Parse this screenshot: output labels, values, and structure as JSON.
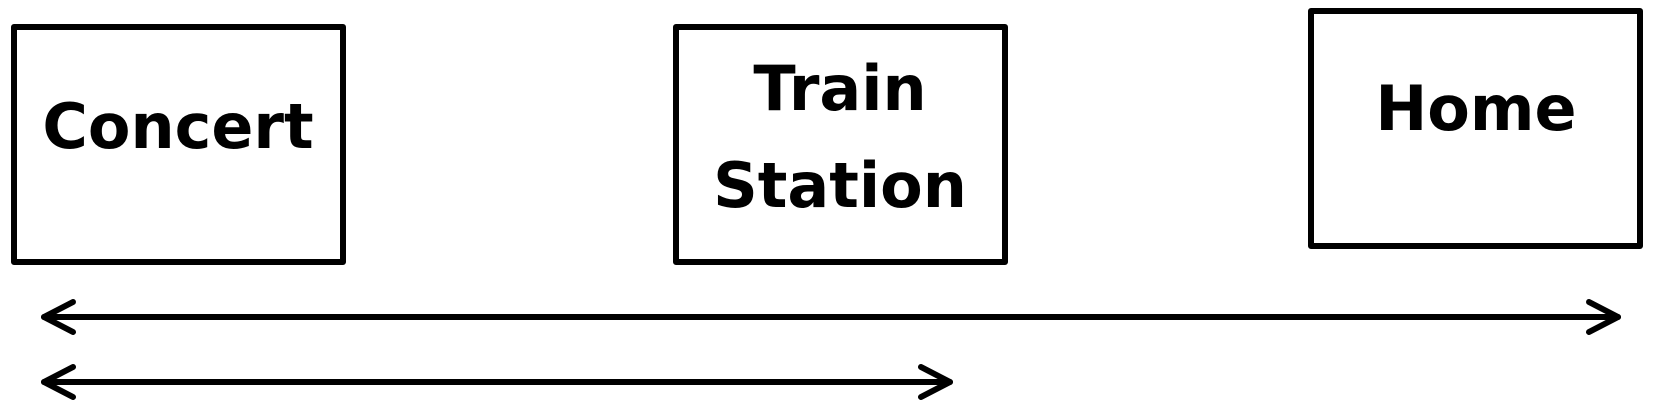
{
  "locations": {
    "concert": {
      "label": "Concert"
    },
    "train_station": {
      "label_line1": "Train",
      "label_line2": "Station"
    },
    "home": {
      "label": "Home"
    }
  },
  "arrows": {
    "upper": {
      "from": "Concert",
      "to": "Home",
      "direction": "double-headed"
    },
    "lower": {
      "from": "Concert",
      "to": "Train Station",
      "direction": "double-headed"
    }
  },
  "colors": {
    "stroke": "#000000",
    "background": "#ffffff"
  }
}
